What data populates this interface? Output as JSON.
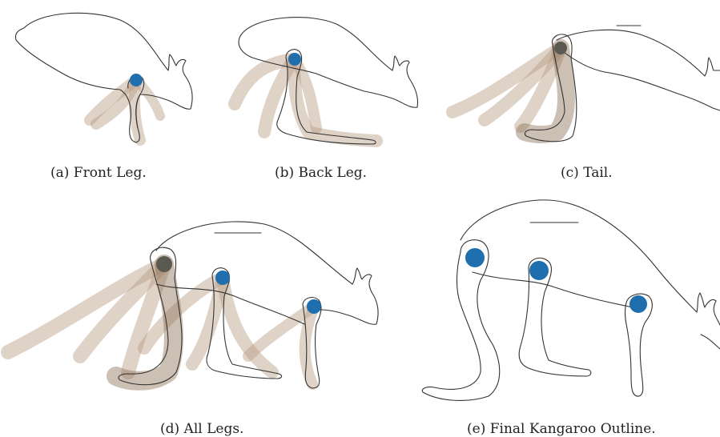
{
  "figure": {
    "captions": {
      "a": "(a) Front Leg.",
      "b": "(b) Back Leg.",
      "c": "(c) Tail.",
      "d": "(d) All Legs.",
      "e": "(e) Final Kangaroo Outline."
    },
    "colors": {
      "joint": "#1f6fae",
      "joint_dark": "#5a5a52",
      "smear": "#b79c82",
      "outline": "#333333"
    }
  }
}
